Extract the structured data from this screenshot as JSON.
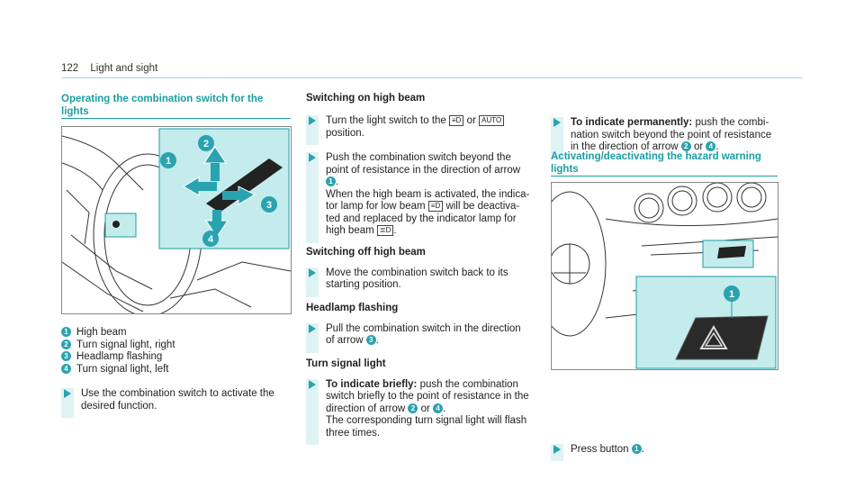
{
  "header": {
    "page_number": "122",
    "chapter": "Light and sight"
  },
  "col1": {
    "title_line1": "Operating the combination switch for the",
    "title_line2": "lights",
    "legend": [
      {
        "num": "1",
        "text": "High beam"
      },
      {
        "num": "2",
        "text": "Turn signal light, right"
      },
      {
        "num": "3",
        "text": "Headlamp flashing"
      },
      {
        "num": "4",
        "text": "Turn signal light, left"
      }
    ],
    "step_line1": "Use the combination switch to activate the",
    "step_line2": "desired function."
  },
  "col2": {
    "s1_title": "Switching on high beam",
    "s1_a_l1_pre": "Turn the light switch to the",
    "s1_a_l1_mid": "or",
    "s1_a_l2": "position.",
    "s1_b_l1": "Push the combination switch beyond the",
    "s1_b_l2": "point of resistance in the direction of arrow",
    "s1_b_badge": "1",
    "s1_b_l4": "When the high beam is activated, the indica-",
    "s1_b_l5_pre": "tor lamp for low beam",
    "s1_b_l5_post": "will be deactiva-",
    "s1_b_l6": "ted and replaced by the indicator lamp for",
    "s1_b_l7_pre": "high beam",
    "s2_title": "Switching off high beam",
    "s2_l1": "Move the combination switch back to its",
    "s2_l2": "starting position.",
    "s3_title": "Headlamp flashing",
    "s3_l1": "Pull the combination switch in the direction",
    "s3_l2_pre": "of arrow",
    "s3_badge": "3",
    "s4_title": "Turn signal light",
    "s4_bold": "To indicate briefly:",
    "s4_l1_post": "push the combination",
    "s4_l2": "switch briefly to the point of resistance in the",
    "s4_l3_pre": "direction of arrow",
    "s4_b2": "2",
    "s4_or": "or",
    "s4_b4": "4",
    "s4_l4": "The corresponding turn signal light will flash",
    "s4_l5": "three times."
  },
  "col3": {
    "perm_bold": "To indicate permanently:",
    "perm_l1_post": "push the combi-",
    "perm_l2": "nation switch beyond the point of resistance",
    "perm_l3_pre": "in the direction of arrow",
    "perm_b2": "2",
    "perm_or": "or",
    "perm_b4": "4",
    "title_line1": "Activating/deactivating the hazard warning",
    "title_line2": "lights",
    "press_pre": "Press button",
    "press_badge": "1"
  },
  "symbols": {
    "low_beam": "≡D",
    "auto": "AUTO",
    "high_beam": "≣D"
  },
  "colors": {
    "accent": "#1a9ea4",
    "highlight": "#c4ecec"
  }
}
